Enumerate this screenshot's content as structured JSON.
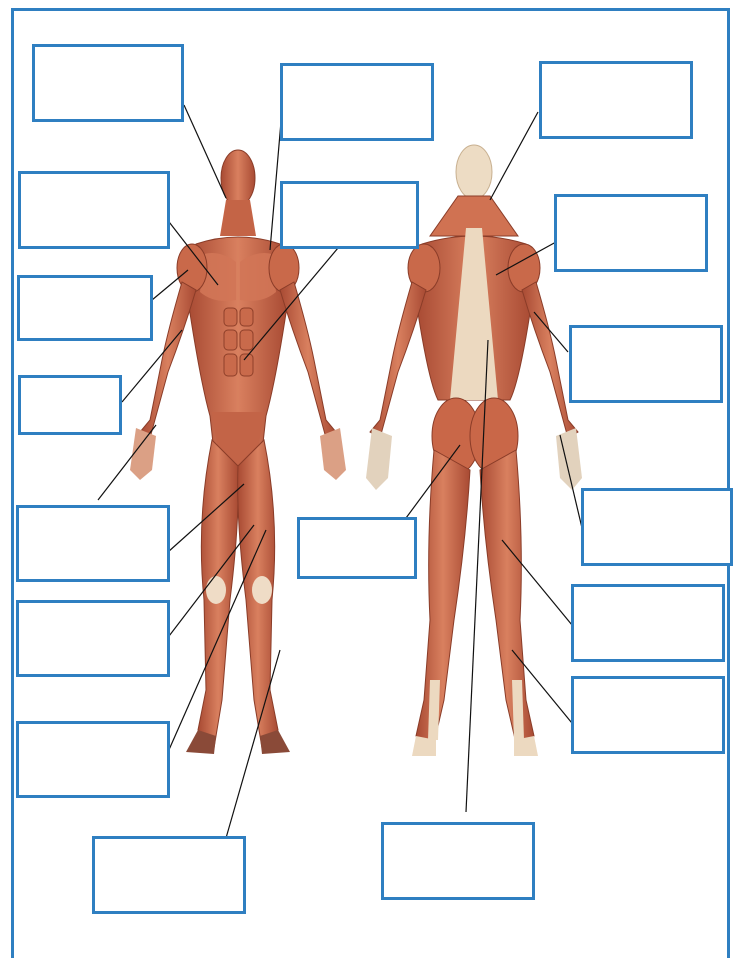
{
  "colors": {
    "box_border": "#2f7fc1",
    "muscle_main": "#c8684a",
    "muscle_light": "#dc8a68",
    "muscle_dark": "#9c4430",
    "tendon": "#eddcc4",
    "leader_line": "#111111"
  },
  "labels": [
    {
      "id": "L1",
      "text": ""
    },
    {
      "id": "L2",
      "text": ""
    },
    {
      "id": "L3",
      "text": ""
    },
    {
      "id": "L4",
      "text": ""
    },
    {
      "id": "L5",
      "text": ""
    },
    {
      "id": "L6",
      "text": ""
    },
    {
      "id": "L7",
      "text": ""
    },
    {
      "id": "L8",
      "text": ""
    },
    {
      "id": "L9",
      "text": ""
    },
    {
      "id": "L10",
      "text": ""
    },
    {
      "id": "R1",
      "text": ""
    },
    {
      "id": "R2",
      "text": ""
    },
    {
      "id": "R3",
      "text": ""
    },
    {
      "id": "R4",
      "text": ""
    },
    {
      "id": "R5",
      "text": ""
    },
    {
      "id": "R6",
      "text": ""
    },
    {
      "id": "R7",
      "text": ""
    },
    {
      "id": "R8",
      "text": ""
    }
  ]
}
